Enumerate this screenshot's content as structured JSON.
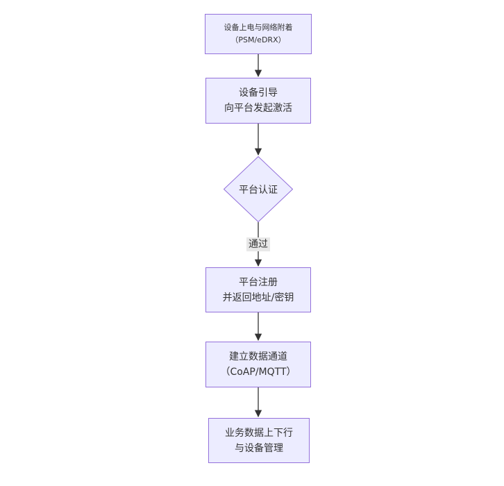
{
  "diagram": {
    "type": "flowchart-top-down",
    "nodes": [
      {
        "id": "power-attach",
        "shape": "rectangle",
        "lines": [
          "设备上电与网络附着",
          "（PSM/eDRX）"
        ]
      },
      {
        "id": "bootstrap",
        "shape": "rectangle",
        "lines": [
          "设备引导",
          "向平台发起激活"
        ]
      },
      {
        "id": "platform-auth",
        "shape": "diamond",
        "lines": [
          "平台认证"
        ]
      },
      {
        "id": "register",
        "shape": "rectangle",
        "lines": [
          "平台注册",
          "并返回地址/密钥"
        ]
      },
      {
        "id": "data-channel",
        "shape": "rectangle",
        "lines": [
          "建立数据通道",
          "（CoAP/MQTT）"
        ]
      },
      {
        "id": "business",
        "shape": "rectangle",
        "lines": [
          "业务数据上下行",
          "与设备管理"
        ]
      }
    ],
    "edges": [
      {
        "from": "power-attach",
        "to": "bootstrap",
        "label": ""
      },
      {
        "from": "bootstrap",
        "to": "platform-auth",
        "label": ""
      },
      {
        "from": "platform-auth",
        "to": "register",
        "label": "通过"
      },
      {
        "from": "register",
        "to": "data-channel",
        "label": ""
      },
      {
        "from": "data-channel",
        "to": "business",
        "label": ""
      }
    ],
    "colors": {
      "node_fill": "#ECECFF",
      "node_border": "#9370DB",
      "node_text": "#333333",
      "arrow": "#333333",
      "edge_label_bg": "#e8e8e8",
      "canvas_bg": "#ffffff"
    }
  }
}
